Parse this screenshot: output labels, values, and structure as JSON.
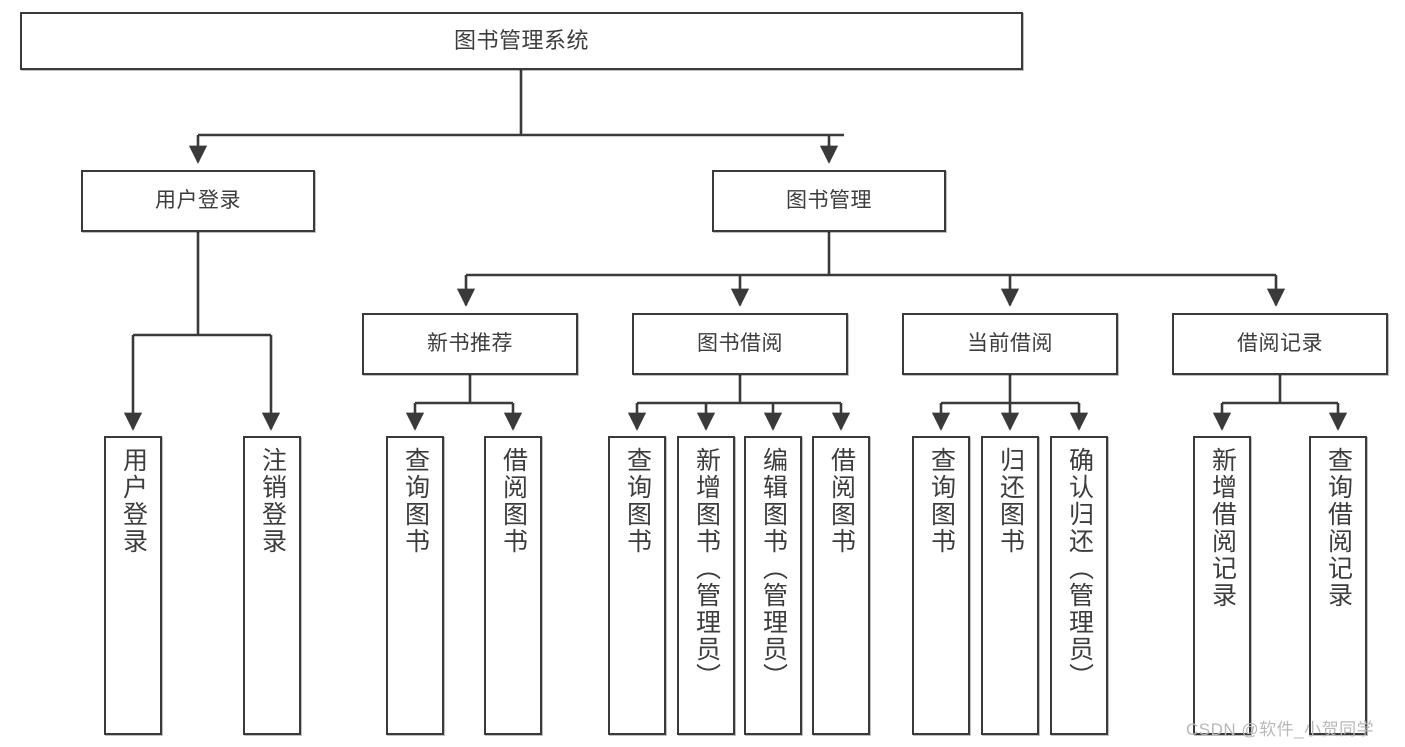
{
  "diagram": {
    "type": "tree",
    "title": "图书管理系统",
    "stroke_color": "#3a3a3a",
    "text_color": "#3d3d3d",
    "background": "#ffffff",
    "watermark": "CSDN @软件_小贺同学"
  },
  "root": {
    "label": "图书管理系统"
  },
  "level2": [
    {
      "label": "用户登录"
    },
    {
      "label": "图书管理"
    }
  ],
  "level3": [
    {
      "label": "新书推荐"
    },
    {
      "label": "图书借阅"
    },
    {
      "label": "当前借阅"
    },
    {
      "label": "借阅记录"
    }
  ],
  "leaves": {
    "user_login": [
      {
        "label": "用户登录"
      },
      {
        "label": "注销登录"
      }
    ],
    "new_book": [
      {
        "label": "查询图书"
      },
      {
        "label": "借阅图书"
      }
    ],
    "book_borrow": [
      {
        "label": "查询图书"
      },
      {
        "label": "新增图书（管理员）"
      },
      {
        "label": "编辑图书（管理员）"
      },
      {
        "label": "借阅图书"
      }
    ],
    "current_borrow": [
      {
        "label": "查询图书"
      },
      {
        "label": "归还图书"
      },
      {
        "label": "确认归还（管理员）"
      }
    ],
    "borrow_record": [
      {
        "label": "新增借阅记录"
      },
      {
        "label": "查询借阅记录"
      }
    ]
  }
}
